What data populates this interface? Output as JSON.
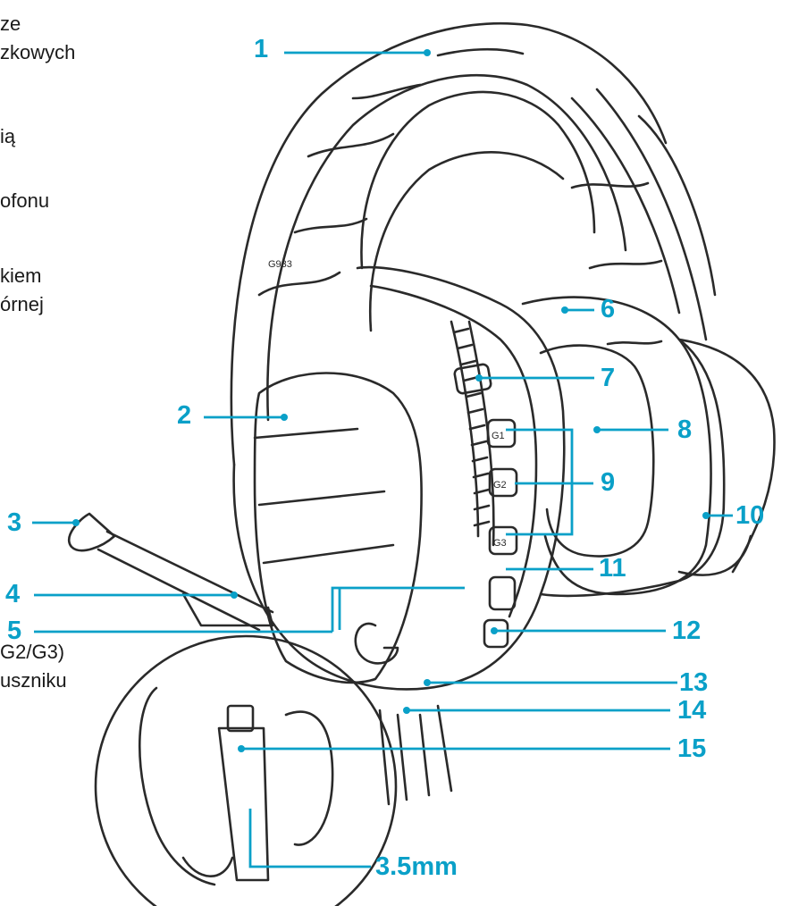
{
  "colors": {
    "accent": "#0aa0c8",
    "outline": "#2a2a2a",
    "text": "#1a1a1a"
  },
  "side_text": [
    "ze",
    "zkowych",
    "ią",
    "ofonu",
    "kiem",
    "órnej",
    "G2/G3)",
    "uszniku"
  ],
  "model_label": "G933",
  "callouts": [
    "1",
    "2",
    "3",
    "4",
    "5",
    "6",
    "7",
    "8",
    "9",
    "10",
    "11",
    "12",
    "13",
    "14",
    "15",
    "3.5mm"
  ],
  "button_labels": [
    "G1",
    "G2",
    "G3"
  ]
}
